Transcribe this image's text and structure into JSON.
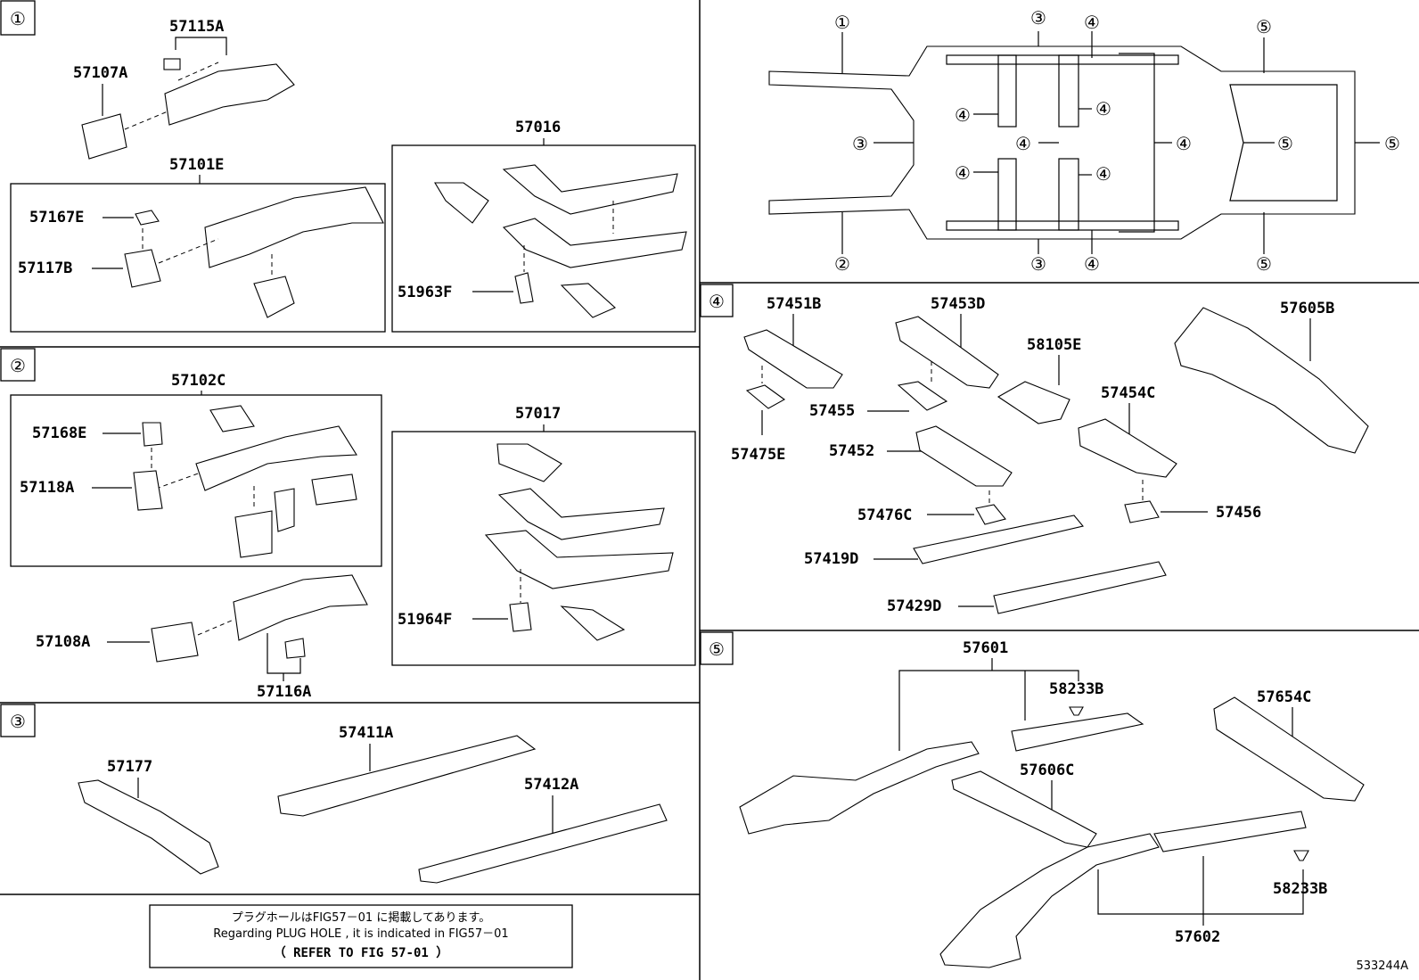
{
  "diagram_id": "533244A",
  "section_markers": [
    "①",
    "②",
    "③",
    "④",
    "⑤"
  ],
  "part_labels": {
    "p57115A": "57115A",
    "p57107A": "57107A",
    "p57101E": "57101E",
    "p57167E": "57167E",
    "p57117B": "57117B",
    "p57016": "57016",
    "p51963F": "51963F",
    "p57102C": "57102C",
    "p57168E": "57168E",
    "p57118A": "57118A",
    "p57017": "57017",
    "p51964F": "51964F",
    "p57108A": "57108A",
    "p57116A": "57116A",
    "p57177": "57177",
    "p57411A": "57411A",
    "p57412A": "57412A",
    "p57451B": "57451B",
    "p57453D": "57453D",
    "p58105E": "58105E",
    "p57605B": "57605B",
    "p57455": "57455",
    "p57475E": "57475E",
    "p57454C": "57454C",
    "p57452": "57452",
    "p57476C": "57476C",
    "p57456": "57456",
    "p57419D": "57419D",
    "p57429D": "57429D",
    "p57601": "57601",
    "p58233B_top": "58233B",
    "p57654C": "57654C",
    "p57606C": "57606C",
    "p58233B_bot": "58233B",
    "p57602": "57602"
  },
  "overview_markers": {
    "m1": "①",
    "m2": "②",
    "m3a": "③",
    "m3b": "③",
    "m3c": "③",
    "m4top": "④",
    "m4a": "④",
    "m4b": "④",
    "m4c": "④",
    "m4d": "④",
    "m4e": "④",
    "m4f": "④",
    "m4bot": "④",
    "m5top": "⑤",
    "m5mid": "⑤",
    "m5right": "⑤",
    "m5bot": "⑤"
  },
  "note": {
    "line1": "プラグホールはFIG57－01 に掲載してあります。",
    "line2": "Regarding  PLUG  HOLE  , it  is  indicated  in  FIG57－01",
    "line3": "（ REFER  TO  FIG  57-01  ）"
  }
}
